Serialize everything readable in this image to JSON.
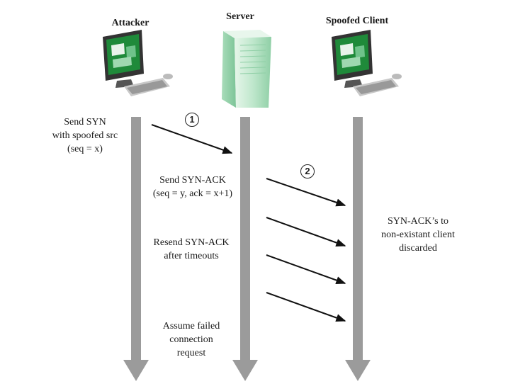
{
  "actors": {
    "attacker": "Attacker",
    "server": "Server",
    "spoofed_client": "Spoofed Client"
  },
  "notes": {
    "send_syn": [
      "Send SYN",
      "with spoofed src",
      "(seq = x)"
    ],
    "send_synack": [
      "Send SYN-ACK",
      "(seq = y, ack = x+1)"
    ],
    "resend_synack": [
      "Resend SYN-ACK",
      "after timeouts"
    ],
    "assume_failed": [
      "Assume failed",
      "connection",
      "request"
    ],
    "discarded": [
      "SYN-ACK’s to",
      "non-existant client",
      "discarded"
    ]
  },
  "steps": {
    "one": "1",
    "two": "2"
  },
  "colors": {
    "timeline": "#9b9b9b",
    "arrow": "#111111",
    "monitor_screen": "#1f8a3a",
    "server_body": "#bfe7cc"
  },
  "icons": {
    "attacker": "desktop-computer-icon",
    "server": "server-tower-icon",
    "client": "desktop-computer-icon"
  }
}
